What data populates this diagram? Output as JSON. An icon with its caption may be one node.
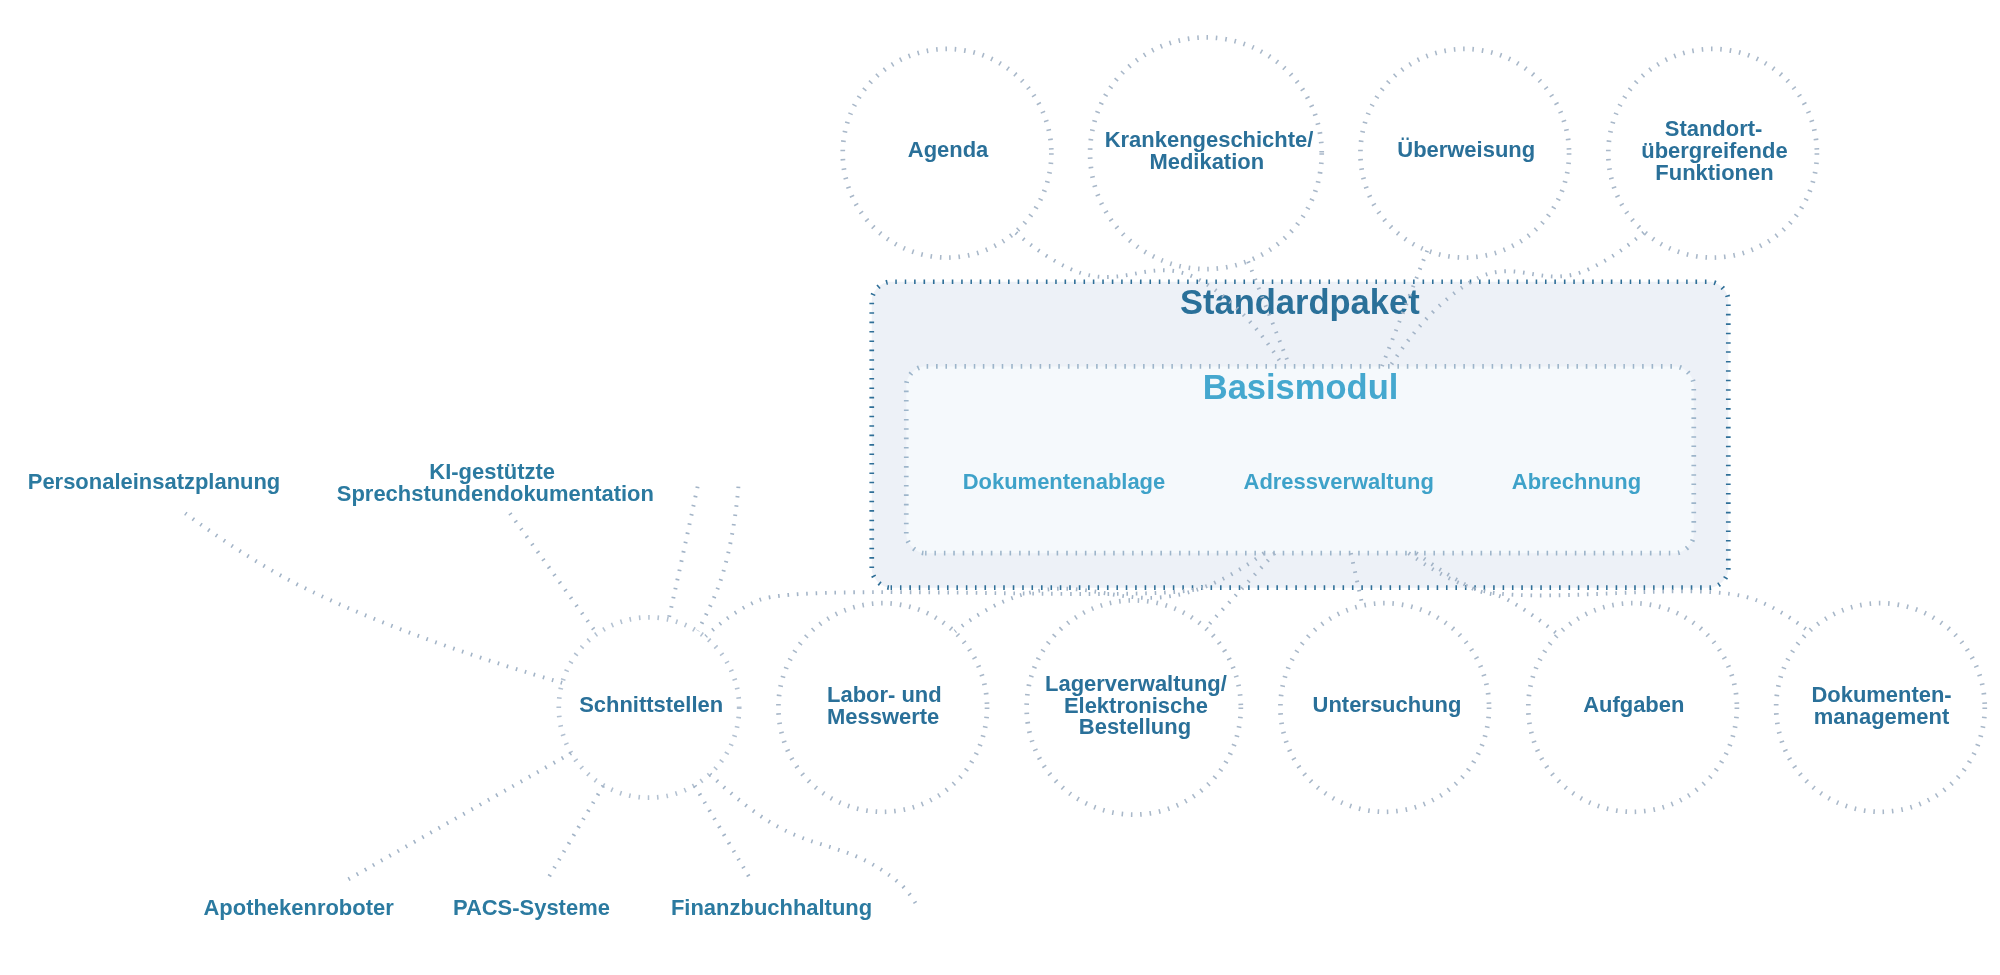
{
  "diagram": {
    "nodes": [
      {
        "text": [
          "Standardpaket"
        ]
      },
      {
        "text": [
          "Basismodul"
        ],
        "in": 0
      },
      {
        "text": [
          "Abrechnung"
        ],
        "in": 1
      },
      {
        "text": [
          "Adressverwaltung"
        ],
        "in": 1
      },
      {
        "text": [
          "Dokumentenablage"
        ],
        "in": 1
      },
      {
        "text": [
          "Agenda"
        ]
      },
      {
        "text": [
          "Krankengeschichte/ Medikation"
        ]
      },
      {
        "text": [
          "Labor- und Messwerte"
        ]
      },
      {
        "text": [
          "Lagerverwaltung/ Elektronische Bestellung"
        ]
      },
      {
        "text": [
          "Untersuchung"
        ]
      },
      {
        "text": [
          "Aufgaben"
        ]
      },
      {
        "text": [
          "Überweisung"
        ]
      },
      {
        "text": [
          "Standort- übergreifende Funktionen"
        ]
      },
      {
        "text": [
          "Schnittstellen"
        ]
      },
      {
        "text": [
          "Personaleinsatzplanung"
        ]
      },
      {
        "text": [
          "KI-gestützte Sprechstundendokumentation"
        ]
      },
      {
        "text": [
          "Apothekenroboter"
        ]
      },
      {
        "text": [
          "PACS-Systeme"
        ]
      },
      {
        "text": [
          "Finanzbuchhaltung"
        ]
      },
      {
        "text": [
          "Dokumenten- management"
        ]
      }
    ],
    "edges": [
      {
        "from": 11,
        "to": 1,
        "arrow": "none"
      },
      {
        "from": 5,
        "to": 1,
        "arrow": "none"
      },
      {
        "from": 6,
        "to": 1,
        "arrow": "none"
      },
      {
        "from": 12,
        "to": 1,
        "arrow": "none"
      },
      {
        "from": 1,
        "to": 10,
        "arrow": "none"
      },
      {
        "from": 1,
        "to": 9,
        "arrow": "none"
      },
      {
        "from": 1,
        "to": 8,
        "arrow": "none"
      },
      {
        "from": 1,
        "to": 7,
        "arrow": "none"
      },
      {
        "from": 0,
        "to": 13,
        "arrow": "none"
      },
      {
        "from": 1,
        "to": 19,
        "arrow": "none"
      },
      {
        "from": null,
        "to": 13,
        "arrow": "none"
      },
      {
        "from": null,
        "to": 13,
        "arrow": "none"
      },
      {
        "from": 14,
        "to": 13,
        "arrow": "none"
      },
      {
        "from": 15,
        "to": 13,
        "arrow": "none"
      },
      {
        "from": 13,
        "to": 16,
        "arrow": "none"
      },
      {
        "from": 13,
        "to": 17,
        "arrow": "none"
      },
      {
        "from": 13,
        "to": 18,
        "arrow": "none"
      },
      {
        "from": 13,
        "to": null,
        "arrow": "none"
      }
    ]
  }
}
